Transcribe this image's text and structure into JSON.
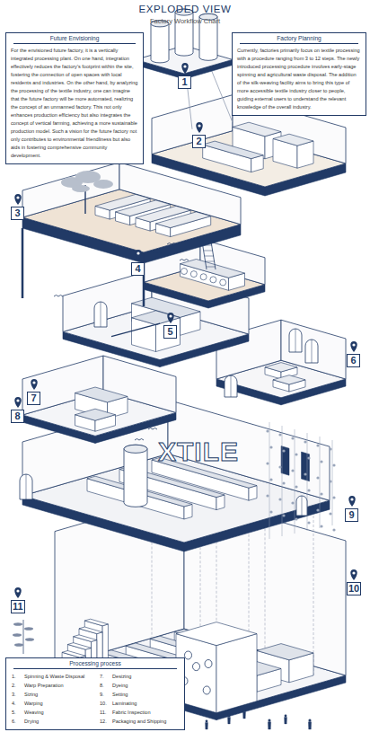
{
  "diagram": {
    "title": "EXPLODED VIEW",
    "nodes": [
      {
        "text": [
          "Future Envisioning",
          "For the envisioned future factory, it is a vertically integrated processing plant. On one hand, integration effectively reduces the factory's footprint within the site, fostering the connection of open spaces with local residents and industries. On the other hand, by analyzing the processing of the textile industry, one can imagine that the future factory will be more automated, realizing the concept of an unmanned factory. This not only enhances production efficiency but also integrates the concept of vertical farming, achieving a more sustainable production model. Such a vision for the future factory not only contributes to environmental friendliness but also aids in fostering comprehensive community development."
        ]
      },
      {
        "text": [
          "Factory Planning",
          "Currently, factories primarily focus on textile processing with a procedure ranging from 3 to 12 steps. The newly introduced processing procedure involves early-stage spinning and agricultural waste disposal. The addition of the silk-weaving facility aims to bring this type of more accessible textile industry closer to people, guiding external users to understand the relevant knowledge of the overall industry."
        ]
      },
      {
        "text": [
          "Processing process",
          "1.",
          "Spinning & Waste Disposal",
          "2.",
          "Warp Preparation",
          "3.",
          "Sizing",
          "4.",
          "Warping",
          "5.",
          "Weaving",
          "6.",
          "Drying",
          "7.",
          "Desizing",
          "8.",
          "Dyeing",
          "9.",
          "Setting",
          "10.",
          "Laminating",
          "11.",
          "Fabric Inspection",
          "12.",
          "Packaging and Shipping"
        ]
      }
    ],
    "labels": [
      "Factory Workflow Chart",
      "1",
      "2",
      "3",
      "4",
      "5",
      "6",
      "7",
      "8",
      "9",
      "10",
      "11",
      "XTILE"
    ]
  }
}
